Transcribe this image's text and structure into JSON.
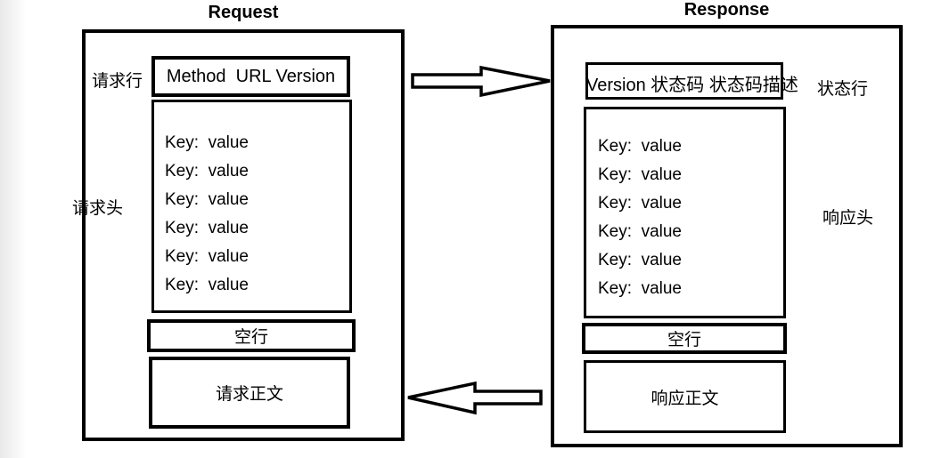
{
  "diagram": {
    "colors": {
      "line": "#000000",
      "background": "#ffffff",
      "left_strip": "#e9e9e9"
    },
    "request": {
      "title": "Request",
      "request_line_label": "请求行",
      "start_line_text": "Method  URL Version",
      "headers_label": "请求头",
      "header_lines": [
        "Key:  value",
        "Key:  value",
        "Key:  value",
        "Key:  value",
        "Key:  value",
        "Key:  value"
      ],
      "blank_line_text": "空行",
      "body_text": "请求正文"
    },
    "response": {
      "title": "Response",
      "status_line_text": "Version 状态码 状态码描述",
      "status_line_label": "状态行",
      "headers_label": "响应头",
      "header_lines": [
        "Key:  value",
        "Key:  value",
        "Key:  value",
        "Key:  value",
        "Key:  value",
        "Key:  value"
      ],
      "blank_line_text": "空行",
      "body_text": "响应正文"
    },
    "arrows": {
      "top": "request-to-response",
      "bottom": "response-to-request"
    }
  }
}
